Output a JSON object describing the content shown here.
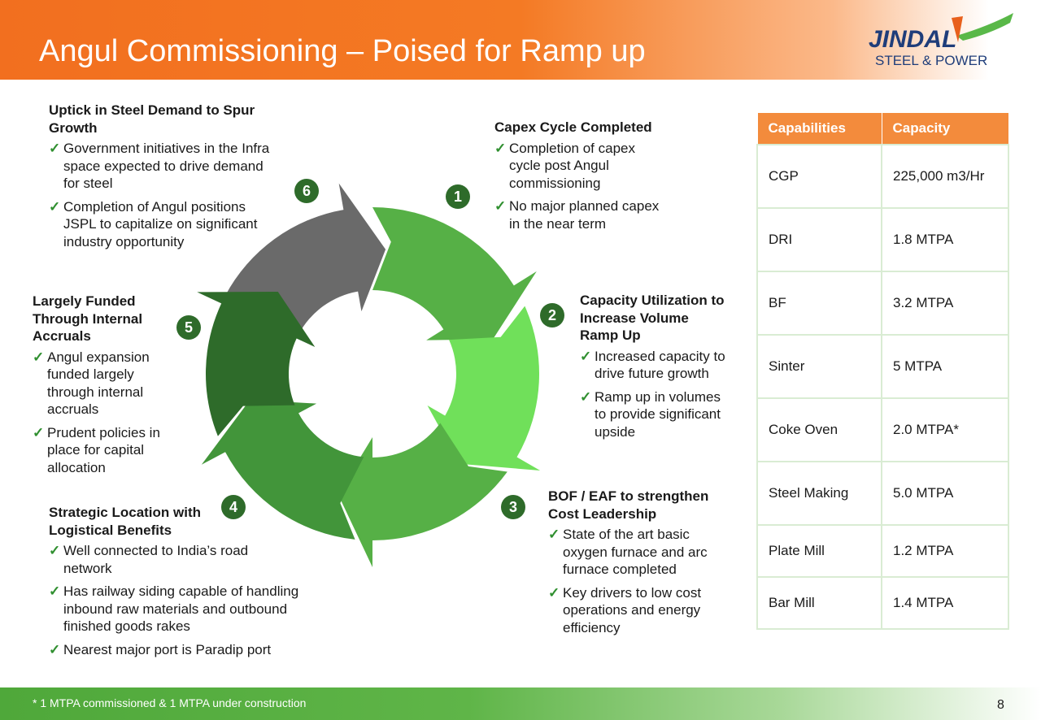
{
  "header": {
    "title": "Angul Commissioning – Poised for Ramp up"
  },
  "logo": {
    "wordmark": "JINDAL",
    "tagline": "STEEL & POWER"
  },
  "blocks": {
    "b6": {
      "number": "6",
      "heading": "Uptick in Steel Demand to Spur Growth",
      "bullets": [
        "Government initiatives in the Infra space expected to drive demand for steel",
        "Completion of Angul positions JSPL to capitalize on significant industry opportunity"
      ]
    },
    "b1": {
      "number": "1",
      "heading": "Capex Cycle Completed",
      "bullets": [
        "Completion of capex cycle post Angul commissioning",
        "No major planned capex in the near term"
      ]
    },
    "b2": {
      "number": "2",
      "heading": "Capacity Utilization to Increase Volume Ramp Up",
      "bullets": [
        "Increased capacity to drive future growth",
        "Ramp up in volumes to provide significant upside"
      ]
    },
    "b3": {
      "number": "3",
      "heading": "BOF / EAF to strengthen Cost Leadership",
      "bullets": [
        "State of the art basic oxygen furnace and arc furnace completed",
        "Key drivers to low cost operations and energy efficiency"
      ]
    },
    "b4": {
      "number": "4",
      "heading": "Strategic Location with Logistical Benefits",
      "bullets": [
        "Well connected to India’s road network",
        "Has railway siding capable of handling inbound raw materials and outbound finished goods rakes",
        "Nearest major port is Paradip port"
      ]
    },
    "b5": {
      "number": "5",
      "heading": "Largely Funded Through Internal Accruals",
      "bullets": [
        "Angul expansion funded largely through internal accruals",
        "Prudent policies in place for capital allocation"
      ]
    }
  },
  "table": {
    "headers": [
      "Capabilities",
      "Capacity"
    ],
    "rows": [
      [
        "CGP",
        "225,000 m3/Hr"
      ],
      [
        "DRI",
        "1.8 MTPA"
      ],
      [
        "BF",
        "3.2 MTPA"
      ],
      [
        "Sinter",
        "5 MTPA"
      ],
      [
        "Coke Oven",
        "2.0 MTPA*"
      ],
      [
        "Steel Making",
        "5.0 MTPA"
      ],
      [
        "Plate Mill",
        "1.2 MTPA"
      ],
      [
        "Bar Mill",
        "1.4 MTPA"
      ]
    ]
  },
  "footer": {
    "footnote": "* 1 MTPA commissioned & 1 MTPA under construction",
    "page_number": "8"
  },
  "colors": {
    "header_orange": "#f26f1f",
    "table_header": "#f38b3c",
    "segment_1": "#56b046",
    "segment_2": "#70e05a",
    "segment_3": "#56b046",
    "segment_4": "#42953a",
    "segment_5": "#2e6b2a",
    "segment_6": "#6a6a6a"
  }
}
